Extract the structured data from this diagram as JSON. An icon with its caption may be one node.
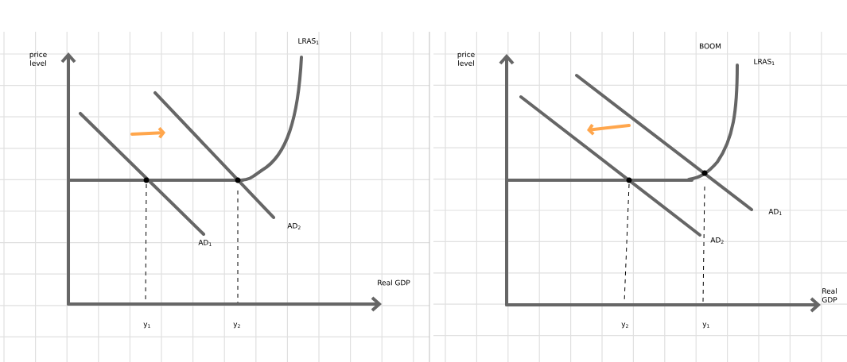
{
  "diagram": {
    "labels": [
      "price level",
      "LRAS$_{1}$",
      "AD$_{2}$",
      "AD$_{1}$",
      "Real GDP",
      "y$_{1}$",
      "y$_{2}$",
      "price level",
      "BOOM",
      "LRAS$_{1}$",
      "AD$_{1}$",
      "AD$_{2}$",
      "Real GDP",
      "y$_{2}$",
      "y$_{1}$"
    ]
  }
}
